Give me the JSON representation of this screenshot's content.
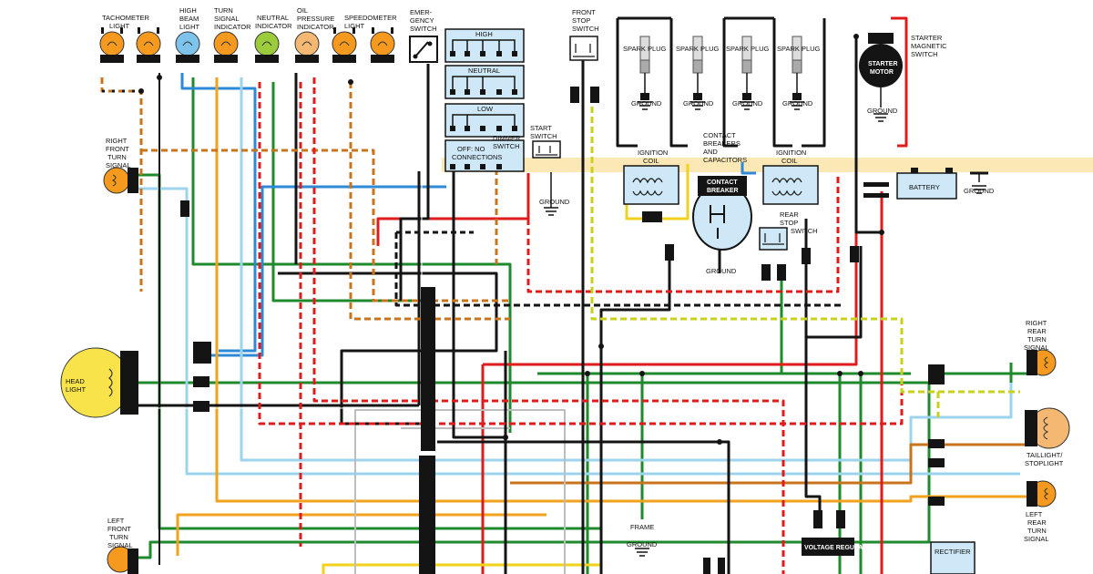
{
  "labels": {
    "tachometer_light": [
      "TACHOMETER",
      "LIGHT"
    ],
    "high_beam_light": [
      "HIGH",
      "BEAM",
      "LIGHT"
    ],
    "turn_signal_indicator": [
      "TURN",
      "SIGNAL",
      "INDICATOR"
    ],
    "neutral_indicator": [
      "NEUTRAL",
      "INDICATOR"
    ],
    "oil_pressure_indicator": [
      "OIL",
      "PRESSURE",
      "INDICATOR"
    ],
    "speedometer_light": [
      "SPEEDOMETER",
      "LIGHT"
    ],
    "emergency_switch": [
      "EMER-",
      "GENCY",
      "SWITCH"
    ],
    "high": "HIGH",
    "neutral": "NEUTRAL",
    "low": "LOW",
    "off_no_connections": [
      "OFF: NO",
      "CONNECTIONS"
    ],
    "dimmer_switch": [
      "DIMMER",
      "SWITCH"
    ],
    "start_switch": [
      "START",
      "SWITCH"
    ],
    "front_stop_switch": [
      "FRONT",
      "STOP",
      "SWITCH"
    ],
    "spark_plug": "SPARK PLUG",
    "ground": "GROUND",
    "ignition_coil": [
      "IGNITION",
      "COIL"
    ],
    "contact_breakers": [
      "CONTACT",
      "BREAKERS",
      "AND",
      "CAPACITORS"
    ],
    "contact_breaker": [
      "CONTACT",
      "BREAKER"
    ],
    "rear_stop_switch": [
      "REAR",
      "STOP",
      "SWITCH"
    ],
    "starter_motor": [
      "STARTER",
      "MOTOR"
    ],
    "starter_magnetic_switch": [
      "STARTER",
      "MAGNETIC",
      "SWITCH"
    ],
    "battery": "BATTERY",
    "right_front_turn_signal": [
      "RIGHT",
      "FRONT",
      "TURN",
      "SIGNAL"
    ],
    "head_light": [
      "HEAD",
      "LIGHT"
    ],
    "left_front_turn_signal": [
      "LEFT",
      "FRONT",
      "TURN",
      "SIGNAL"
    ],
    "right_rear_turn_signal": [
      "RIGHT",
      "REAR",
      "TURN",
      "SIGNAL"
    ],
    "taillight_stoplight": [
      "TAILLIGHT/",
      "STOPLIGHT"
    ],
    "left_rear_turn_signal": [
      "LEFT",
      "REAR",
      "TURN",
      "SIGNAL"
    ],
    "frame_ground": [
      "FRAME",
      "GROUND"
    ],
    "voltage_regulator": "VOLTAGE REGULATOR",
    "rectifier": "RECTIFIER"
  },
  "colors": {
    "black": "#141414",
    "green": "#1f8a2c",
    "blue": "#2e8ad6",
    "light_blue": "#9ed3ee",
    "yellow": "#f2d21a",
    "orange": "#f2a21c",
    "red": "#e01b1b",
    "brown": "#c8741c",
    "grey": "#bdbdbd",
    "bulb_orange": "#f59a1f",
    "bulb_blue": "#7ec3ec",
    "bulb_green": "#9ccc3c",
    "headlight_yellow": "#f8e34a",
    "highlight_band": "#fbe8b4"
  }
}
